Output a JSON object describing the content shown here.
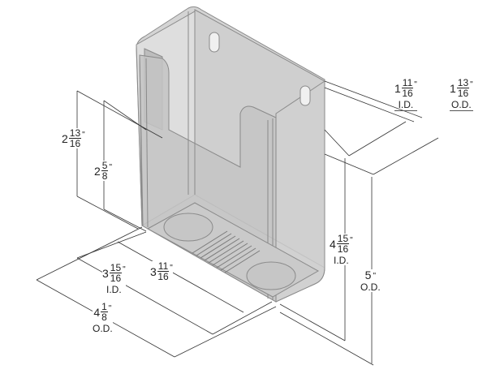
{
  "figure": {
    "subject": "wall-mount holder with open front slot, keyhole mounts and drain vent",
    "colors": {
      "body_fill": "#c8c8c8",
      "edge": "#8a8a8a",
      "dim_line": "#333333",
      "background": "#ffffff"
    }
  },
  "dimensions": {
    "depth_id": {
      "whole": "1",
      "num": "11",
      "den": "16",
      "unit": "\"",
      "qualifier": "I.D."
    },
    "depth_od": {
      "whole": "1",
      "num": "13",
      "den": "16",
      "unit": "\"",
      "qualifier": "O.D."
    },
    "slot_depth": {
      "whole": "2",
      "num": "13",
      "den": "16",
      "unit": "\""
    },
    "front_wall": {
      "whole": "2",
      "num": "5",
      "den": "8",
      "unit": "\""
    },
    "width_id": {
      "whole": "3",
      "num": "15",
      "den": "16",
      "unit": "\"",
      "qualifier": "I.D."
    },
    "slot_width": {
      "whole": "3",
      "num": "11",
      "den": "16",
      "unit": "\""
    },
    "width_od": {
      "whole": "4",
      "num": "1",
      "den": "8",
      "unit": "\"",
      "qualifier": "O.D."
    },
    "height_id": {
      "whole": "4",
      "num": "15",
      "den": "16",
      "unit": "\"",
      "qualifier": "I.D."
    },
    "height_od": {
      "whole": "5",
      "unit": "\"",
      "qualifier": "O.D."
    }
  }
}
